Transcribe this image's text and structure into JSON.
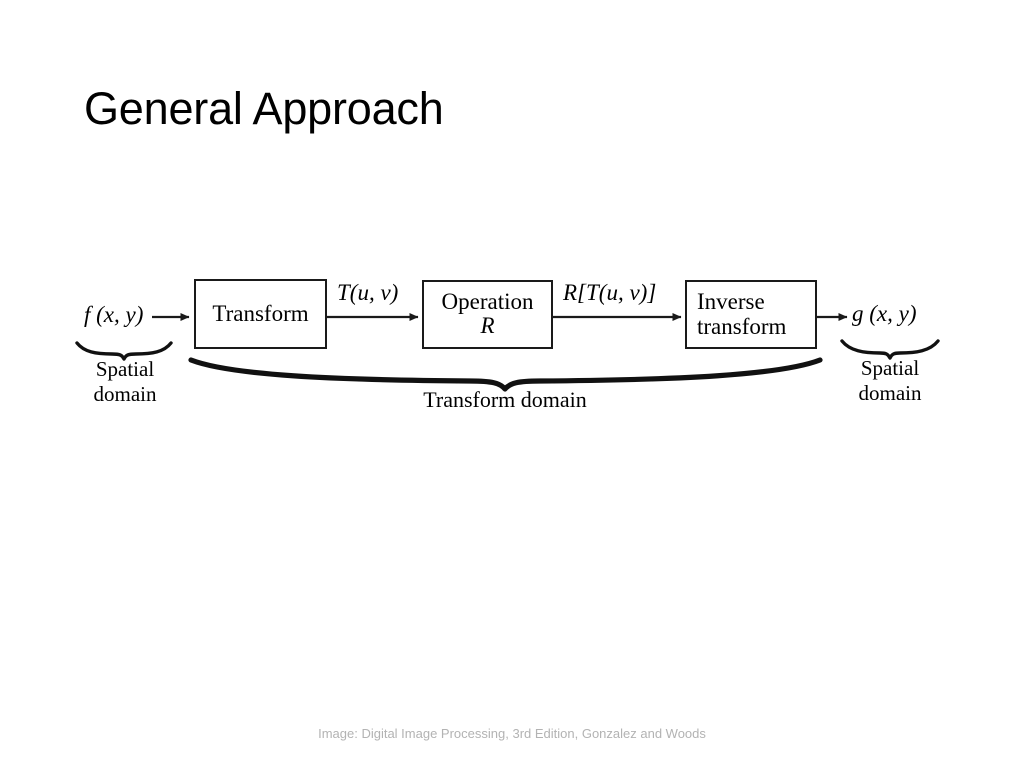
{
  "slide": {
    "title": "General Approach",
    "caption": "Image: Digital Image Processing, 3rd Edition, Gonzalez and Woods",
    "background_color": "#ffffff",
    "title_color": "#000000",
    "caption_color": "#b3b3b3"
  },
  "diagram": {
    "type": "block-flow",
    "line_color": "#1a1a1a",
    "input": {
      "label": "f (x, y)",
      "domain_label_line1": "Spatial",
      "domain_label_line2": "domain"
    },
    "blocks": [
      {
        "id": "transform",
        "label": "Transform",
        "sublabel": ""
      },
      {
        "id": "operation",
        "label": "Operation",
        "sublabel": "R"
      },
      {
        "id": "inverse-transform",
        "label": "Inverse",
        "sublabel2": "transform"
      }
    ],
    "arrow_labels": [
      {
        "id": "t-uv",
        "label": "T(u, v)"
      },
      {
        "id": "r-t-uv",
        "label": "R[T(u, v)]"
      }
    ],
    "output": {
      "label": "g (x, y)",
      "domain_label_line1": "Spatial",
      "domain_label_line2": "domain"
    },
    "brace_label": "Transform domain"
  }
}
